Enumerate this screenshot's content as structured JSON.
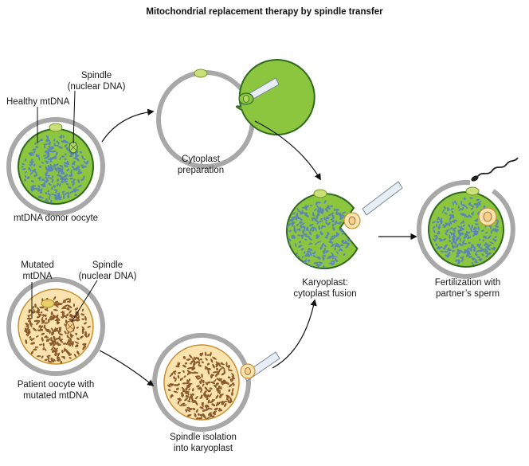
{
  "title": "Mitochondrial replacement therapy by spindle transfer",
  "labels": {
    "spindle_top": "Spindle\n(nuclear DNA)",
    "healthy_mtdna": "Healthy mtDNA",
    "donor_oocyte": "mtDNA donor oocyte",
    "cytoplast_prep": "Cytoplast\npreparation",
    "mutated_mtdna": "Mutated\nmtDNA",
    "spindle_bottom": "Spindle\n(nuclear DNA)",
    "patient_oocyte": "Patient oocyte with\nmutated mtDNA",
    "spindle_isolation": "Spindle isolation\ninto karyoplast",
    "fusion": "Karyoplast:\ncytoplast fusion",
    "fertilization": "Fertilization with\npartner’s sperm"
  },
  "colors": {
    "green_cytoplasm": "#8cc63f",
    "green_border": "#2f6b1e",
    "beige_cytoplasm": "#fbe3b0",
    "beige_border": "#c9902e",
    "mtdna_blue": "#5b86b8",
    "mtdna_brown": "#8a5a2b",
    "zona": "#a8a8a8",
    "polar_body": "#c9df7a"
  },
  "icons": [
    "micropipette-icon",
    "sperm-icon",
    "spindle-icon",
    "arrow-icon"
  ]
}
